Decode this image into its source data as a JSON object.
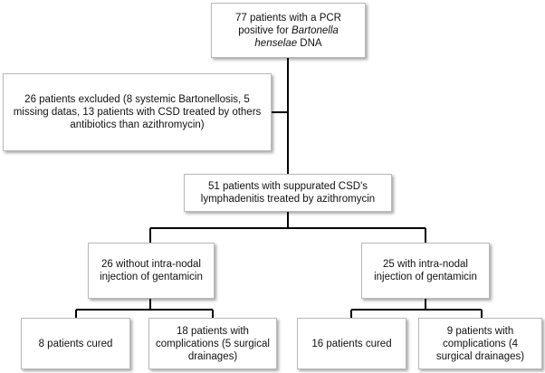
{
  "nodes": {
    "root": {
      "pre": "77 patients with a PCR positive for ",
      "italic": "Bartonella henselae",
      "post": " DNA"
    },
    "excluded": "26 patients excluded (8 systemic Bartonellosis, 5 missing datas, 13 patients with CSD treated by others antibiotics than azithromycin)",
    "treated": "51 patients with suppurated CSD's lymphadenitis treated by azithromycin",
    "without_injection": "26 without intra-nodal injection of gentamicin",
    "with_injection": "25 with intra-nodal injection of gentamicin",
    "without_cured": "8 patients cured",
    "without_complications": "18 patients with complications (5 surgical drainages)",
    "with_cured": "16 patients cured",
    "with_complications": "9 patients with complications (4 surgical drainages)"
  }
}
